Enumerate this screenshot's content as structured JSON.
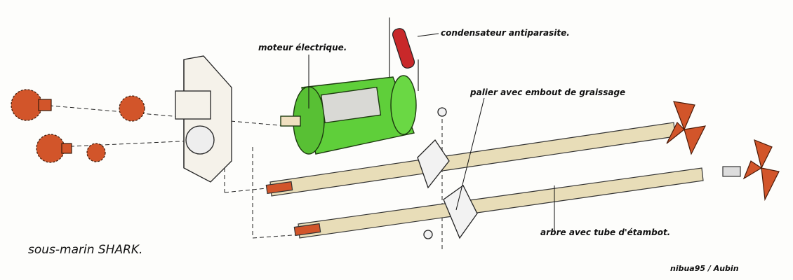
{
  "labels": {
    "capacitor": "condensateur antiparasite.",
    "motor": "moteur électrique.",
    "bearing": "palier avec embout de graissage",
    "shaft": "arbre avec tube d'étambot."
  },
  "title": "sous-marin SHARK.",
  "signature": "nibua95 / Aubin",
  "colors": {
    "gear": "#d2552a",
    "motor": "#5fcf3a",
    "capacitor": "#c8282a",
    "tube": "#e8ddb8"
  }
}
